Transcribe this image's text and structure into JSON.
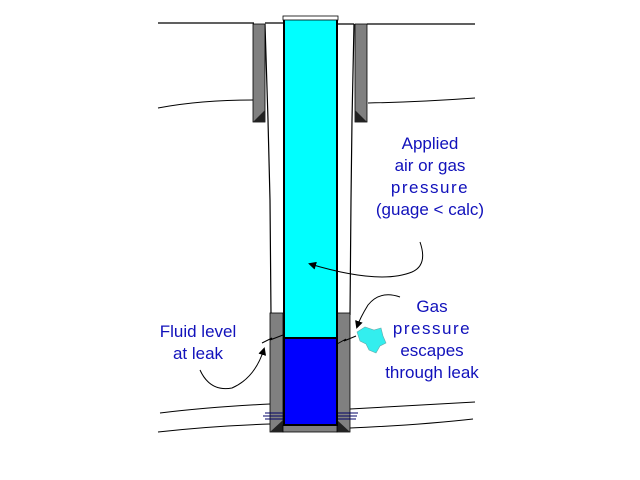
{
  "diagram": {
    "title": "Wellbore leak test schematic",
    "labels": {
      "applied_pressure": [
        "Applied",
        "air or gas",
        "pressure",
        "(guage < calc)"
      ],
      "fluid_level": [
        "Fluid level",
        "at leak"
      ],
      "gas_escape": [
        "Gas",
        "pressure",
        "escapes",
        "through leak"
      ]
    },
    "colors": {
      "tubing_gas": "#00ffff",
      "fluid": "#0000ff",
      "casing": "#808080",
      "casing_shadow": "#333333",
      "label_text": "#1111bb",
      "lines": "#000000"
    },
    "components": [
      "surface-casing",
      "open-hole-wall",
      "tubing-gas-column",
      "fluid-column",
      "production-casing",
      "leak-point",
      "escaping-gas-bubble"
    ]
  }
}
